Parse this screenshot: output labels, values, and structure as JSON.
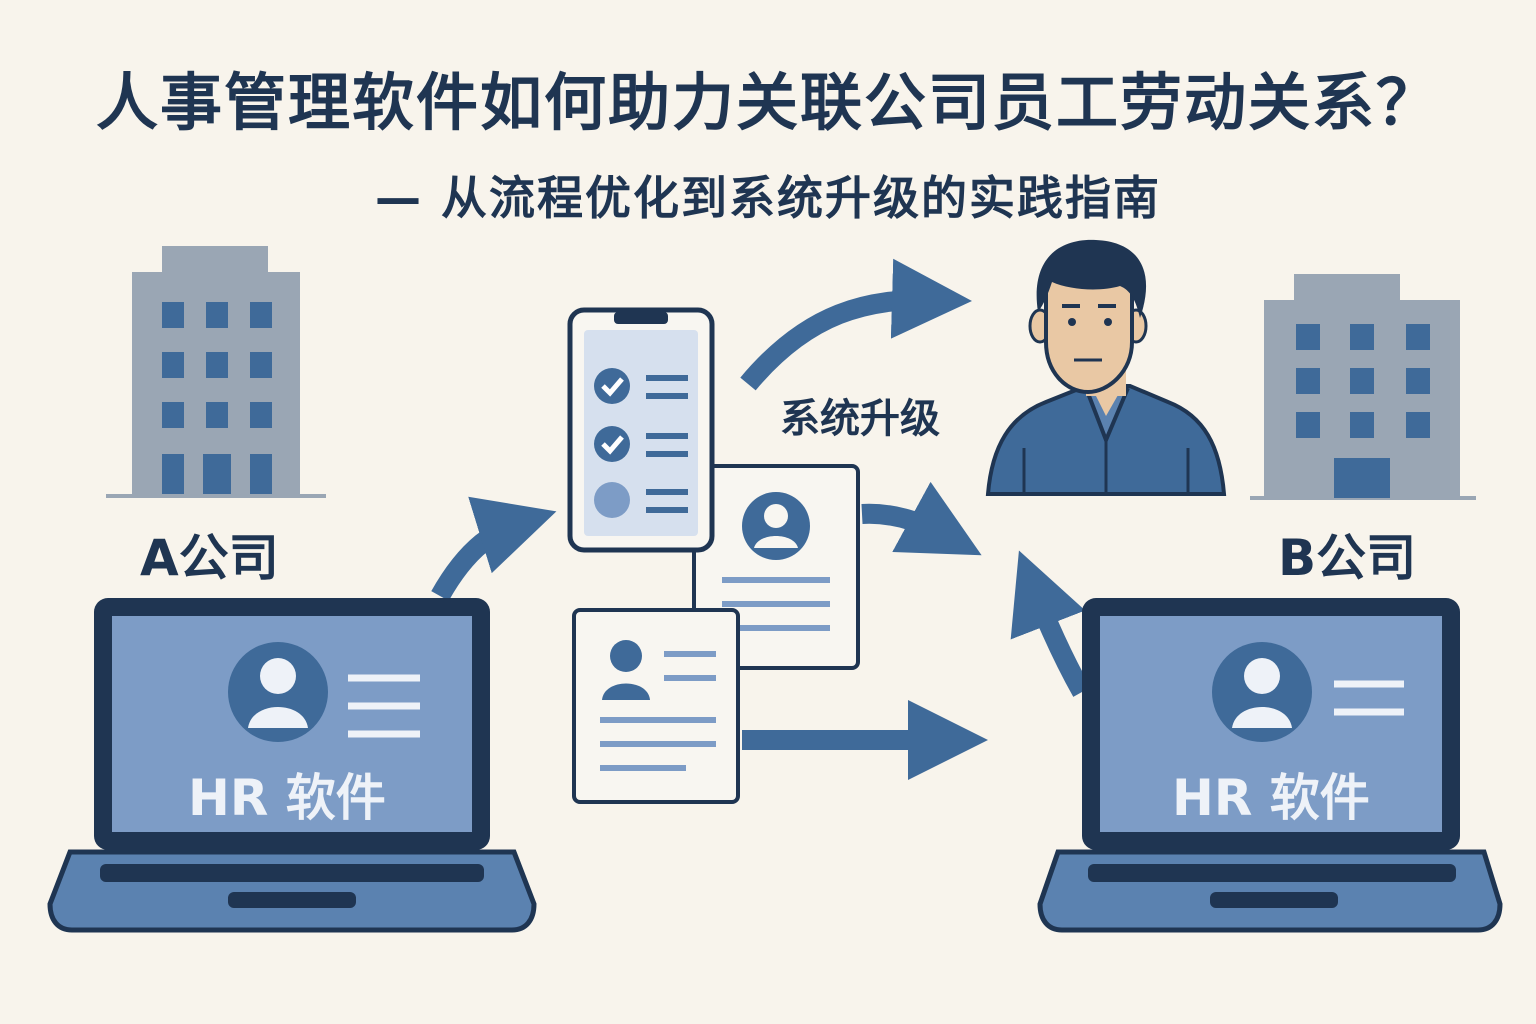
{
  "title": "人事管理软件如何助力关联公司员工劳动关系？",
  "subtitle": "— 从流程优化到系统升级的实践指南",
  "company_a": {
    "label": "A公司",
    "icon": "office-building-icon"
  },
  "company_b": {
    "label": "B公司",
    "icon": "office-building-icon"
  },
  "laptop_a": {
    "screen_label": "HR 软件",
    "icon": "laptop-icon"
  },
  "laptop_b": {
    "screen_label": "HR 软件",
    "icon": "laptop-icon"
  },
  "upgrade_label": "系统升级",
  "employee": {
    "icon": "employee-avatar-icon"
  },
  "colors": {
    "background": "#f8f4ec",
    "dark_navy": "#1f3552",
    "primary_blue": "#3f6a99",
    "light_blue": "#7d9cc6",
    "gray_building": "#9aa6b4"
  }
}
